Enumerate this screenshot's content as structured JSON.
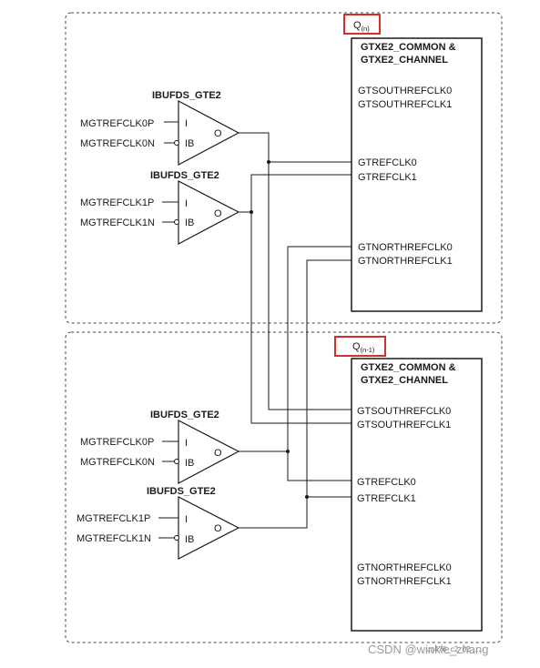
{
  "quads": [
    {
      "label": "Q",
      "label_sub": "(n)",
      "block_title_line1": "GTXE2_COMMON &",
      "block_title_line2": "GTXE2_CHANNEL",
      "ports": [
        "GTSOUTHREFCLK0",
        "GTSOUTHREFCLK1",
        "GTREFCLK0",
        "GTREFCLK1",
        "GTNORTHREFCLK0",
        "GTNORTHREFCLK1"
      ],
      "buffers": [
        {
          "cell": "IBUFDS_GTE2",
          "in_p": "MGTREFCLK0P",
          "in_n": "MGTREFCLK0N",
          "pin_i": "I",
          "pin_ib": "IB",
          "pin_o": "O"
        },
        {
          "cell": "IBUFDS_GTE2",
          "in_p": "MGTREFCLK1P",
          "in_n": "MGTREFCLK1N",
          "pin_i": "I",
          "pin_ib": "IB",
          "pin_o": "O"
        }
      ]
    },
    {
      "label": "Q",
      "label_sub": "(n-1)",
      "block_title_line1": "GTXE2_COMMON &",
      "block_title_line2": "GTXE2_CHANNEL",
      "ports": [
        "GTSOUTHREFCLK0",
        "GTSOUTHREFCLK1",
        "GTREFCLK0",
        "GTREFCLK1",
        "GTNORTHREFCLK0",
        "GTNORTHREFCLK1"
      ],
      "buffers": [
        {
          "cell": "IBUFDS_GTE2",
          "in_p": "MGTREFCLK0P",
          "in_n": "MGTREFCLK0N",
          "pin_i": "I",
          "pin_ib": "IB",
          "pin_o": "O"
        },
        {
          "cell": "IBUFDS_GTE2",
          "in_p": "MGTREFCLK1P",
          "in_n": "MGTREFCLK1N",
          "pin_i": "I",
          "pin_ib": "IB",
          "pin_o": "O"
        }
      ]
    }
  ],
  "figure_code": "ug476_c2_02_...",
  "watermark": "CSDN @winkle_zhang",
  "colors": {
    "highlight_box": "#d62d2d",
    "line": "#1a1a1a",
    "dashed_border": "#444444",
    "watermark": "#9a9a9a"
  }
}
